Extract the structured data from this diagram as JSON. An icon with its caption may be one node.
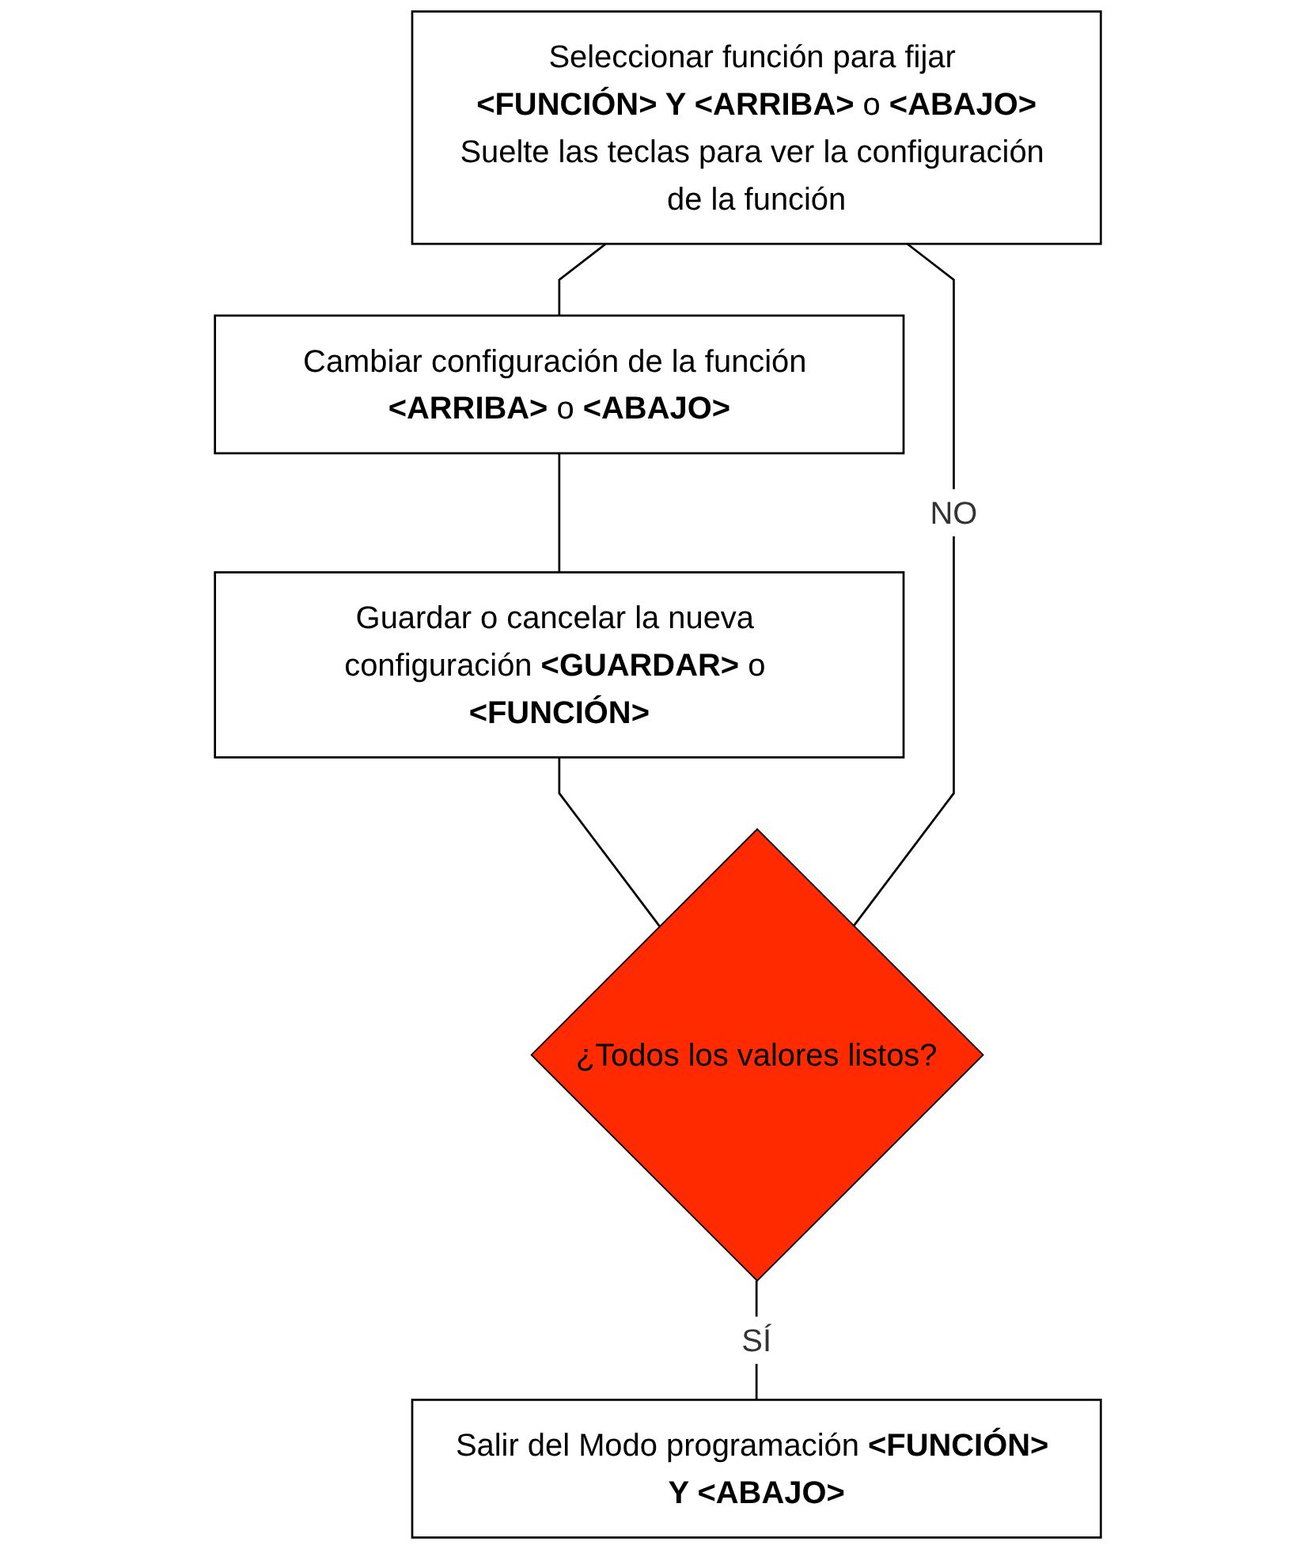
{
  "diagram": {
    "nodes": [
      {
        "text": [
          "Seleccionar función para fijar **<FUNCIÓN> Y <ARRIBA>** o **<ABAJO>**",
          "Suelte las teclas para ver la configuración de la función"
        ]
      },
      {
        "text": [
          "Cambiar configuración de la función **<ARRIBA>** o **<ABAJO>**"
        ]
      },
      {
        "text": [
          "Guardar o cancelar la nueva configuración **<GUARDAR>** o **<FUNCIÓN>**"
        ]
      },
      {
        "text": [
          "¿Todos los valores listos?"
        ]
      },
      {
        "text": [
          "Salir del Modo programación **<FUNCIÓN> Y <ABAJO>**"
        ]
      }
    ],
    "edges": [
      {
        "from": 0,
        "to": 1,
        "arrow": "none"
      },
      {
        "from": 1,
        "to": 2,
        "arrow": "none"
      },
      {
        "from": 2,
        "to": 3,
        "arrow": "none"
      },
      {
        "from": 3,
        "to": 0,
        "arrow": "none",
        "label": "NO"
      },
      {
        "from": 3,
        "to": 4,
        "arrow": "none",
        "label": "SÍ"
      }
    ]
  }
}
